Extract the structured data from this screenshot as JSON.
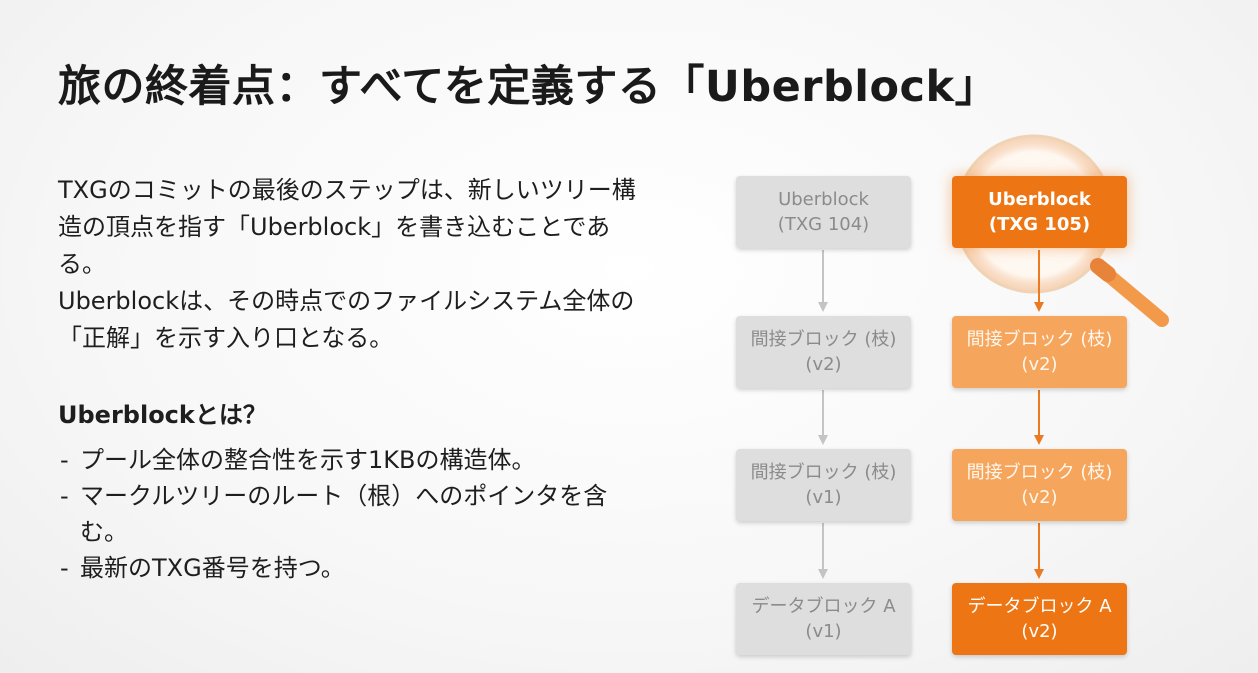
{
  "title": "旅の終着点：すべてを定義する「Uberblock」",
  "intro": {
    "paragraph_1": "TXGのコミットの最後のステップは、新しいツリー構造の頂点を指す「Uberblock」を書き込むことである。",
    "paragraph_2": "Uberblockは、その時点でのファイルシステム全体の「正解」を示す入り口となる。"
  },
  "definition": {
    "heading": "Uberblockとは？",
    "bullets": [
      "プール全体の整合性を示す1KBの構造体。",
      "マークルツリーのルート（根）へのポインタを含む。",
      "最新のTXG番号を持つ。"
    ]
  },
  "diagram": {
    "old_chain": [
      {
        "line1": "Uberblock",
        "line2": "(TXG 104)"
      },
      {
        "line1": "間接ブロック (枝)",
        "line2": "(v2)"
      },
      {
        "line1": "間接ブロック (枝)",
        "line2": "(v1)"
      },
      {
        "line1": "データブロック A",
        "line2": "(v1)"
      }
    ],
    "new_chain": [
      {
        "line1": "Uberblock",
        "line2": "(TXG 105)"
      },
      {
        "line1": "間接ブロック (枝)",
        "line2": "(v2)"
      },
      {
        "line1": "間接ブロック (枝)",
        "line2": "(v2)"
      },
      {
        "line1": "データブロック A",
        "line2": "(v2)"
      }
    ],
    "colors": {
      "old_box": "#dedede",
      "old_text": "#8b8b8b",
      "new_box_light": "#f5a55c",
      "new_box_dark": "#ed7514",
      "arrow_old": "#c4c4c4",
      "arrow_new": "#ec7a22"
    },
    "highlight_icon": "magnifying-glass-icon"
  }
}
